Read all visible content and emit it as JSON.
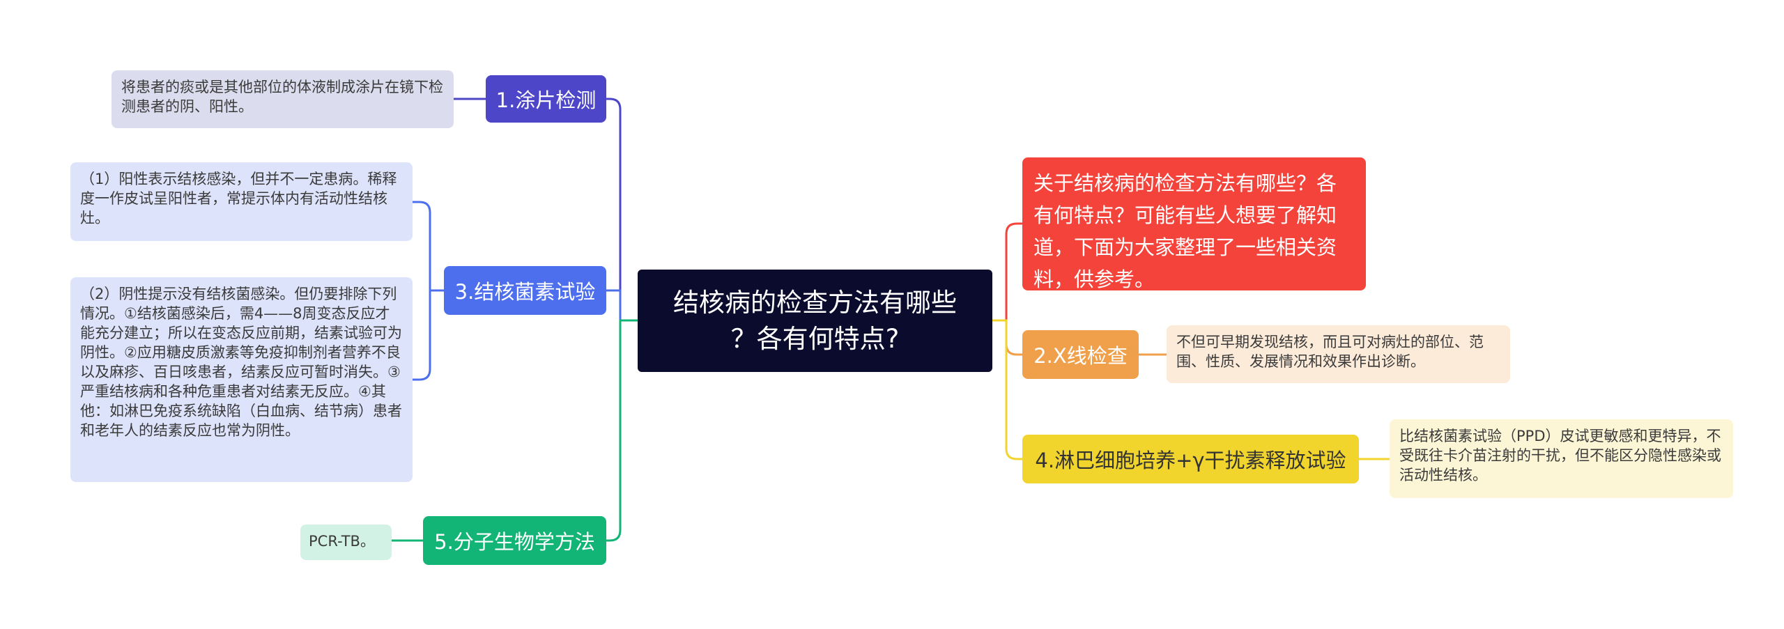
{
  "root": {
    "line1": "结核病的检查方法有哪些",
    "line2": "？各有何特点?"
  },
  "branches": {
    "smear": {
      "label": "1.涂片检测",
      "color": "#4d46c9"
    },
    "tuberculin": {
      "label": "3.结核菌素试验",
      "color": "#4d6fee"
    },
    "molecular": {
      "label": "5.分子生物学方法",
      "color": "#13b576"
    },
    "intro": {
      "text": "关于结核病的检查方法有哪些？各有何特点？可能有些人想要了解知道，下面为大家整理了一些相关资料，供参考。",
      "color": "#f3433b"
    },
    "xray": {
      "label": "2.X线检查",
      "color": "#f0a04b"
    },
    "lymph": {
      "label": "4.淋巴细胞培养+γ干扰素释放试验",
      "color": "#f2d52c"
    }
  },
  "leaves": {
    "smear": "将患者的痰或是其他部位的体液制成涂片在镜下检测患者的阴、阳性。",
    "tuberculin_positive": "（1）阳性表示结核感染，但并不一定患病。稀释度一作皮试呈阳性者，常提示体内有活动性结核灶。",
    "tuberculin_negative": "（2）阴性提示没有结核菌感染。但仍要排除下列情况。①结核菌感染后，需4——8周变态反应才能充分建立；所以在变态反应前期，结素试验可为阴性。②应用糖皮质激素等免疫抑制剂者营养不良以及麻疹、百日咳患者，结素反应可暂时消失。③严重结核病和各种危重患者对结素无反应。④其他：如淋巴免疫系统缺陷（白血病、结节病）患者和老年人的结素反应也常为阴性。",
    "molecular": "PCR-TB。",
    "xray": "不但可早期发现结核，而且可对病灶的部位、范围、性质、发展情况和效果作出诊断。",
    "lymph": "比结核菌素试验（PPD）皮试更敏感和更特异，不受既往卡介苗注射的干扰，但不能区分隐性感染或活动性结核。"
  }
}
